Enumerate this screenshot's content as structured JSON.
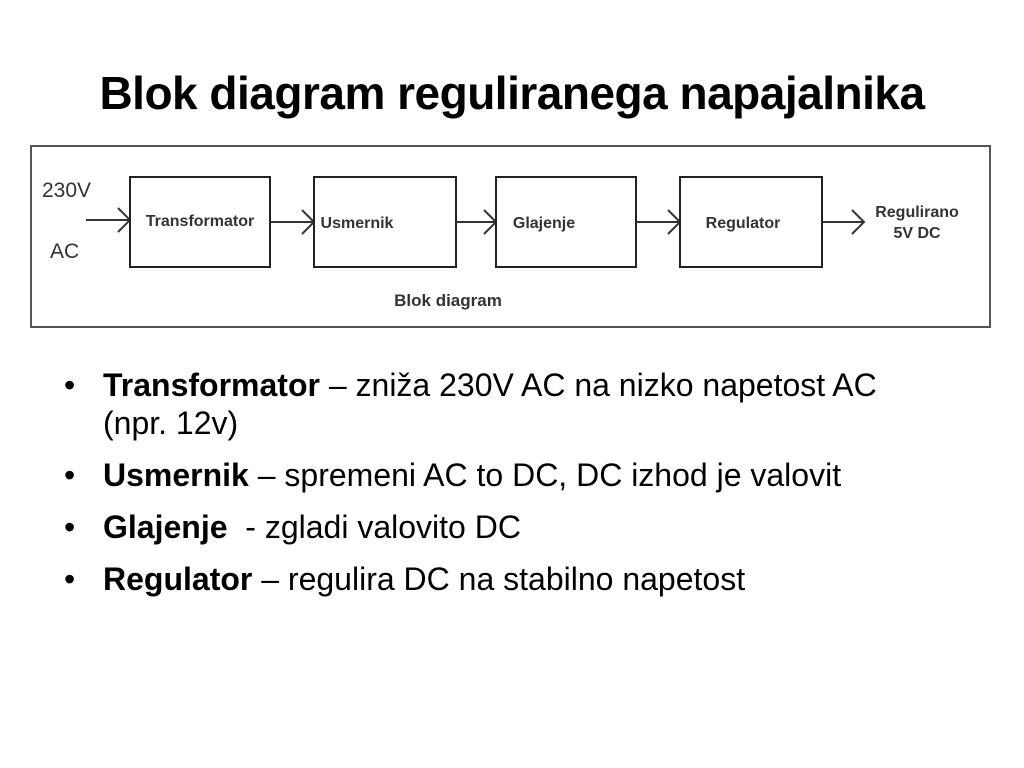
{
  "slide": {
    "title": "Blok diagram reguliranega napajalnika"
  },
  "diagram": {
    "input_label_line1": "230V",
    "input_label_line2": "AC",
    "blocks": [
      "Transformator",
      "Usmernik",
      "Glajenje",
      "Regulator"
    ],
    "output_label_line1": "Regulirano",
    "output_label_line2": "5V DC",
    "caption": "Blok diagram"
  },
  "bullets": [
    {
      "term": "Transformator",
      "desc": " – zniža 230V AC na nizko napetost AC (npr. 12v)"
    },
    {
      "term": "Usmernik",
      "desc": " – spremeni AC to DC, DC izhod je valovit"
    },
    {
      "term": "Glajenje",
      "desc": "  - zgladi valovito DC"
    },
    {
      "term": "Regulator",
      "desc": " – regulira DC na stabilno napetost"
    }
  ]
}
